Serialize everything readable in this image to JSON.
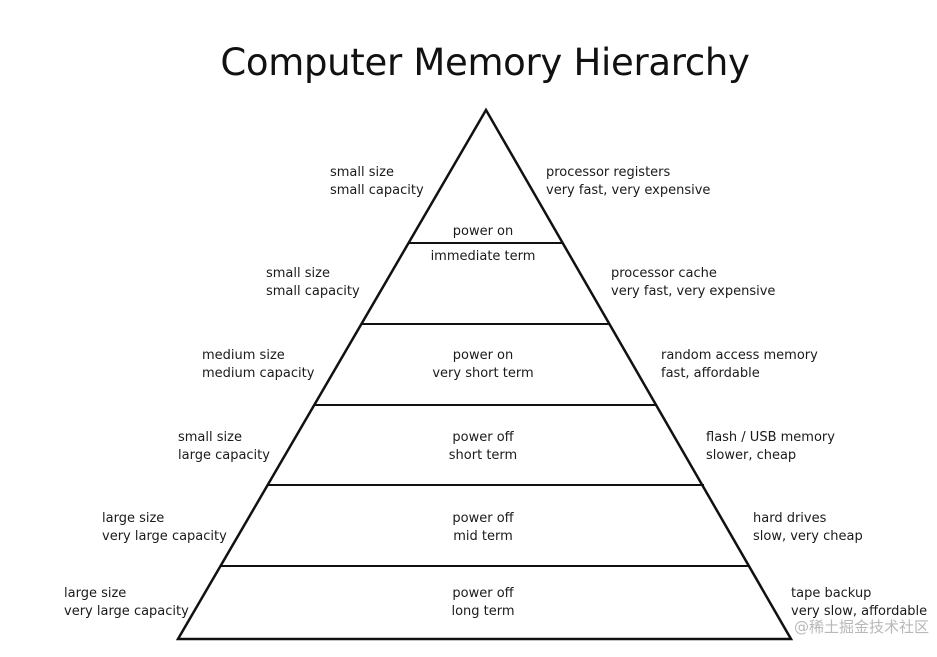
{
  "title": "Computer Memory Hierarchy",
  "tiers": [
    {
      "left": [
        "small size",
        "small capacity"
      ],
      "right": [
        "processor registers",
        "very fast, very expensive"
      ],
      "center": [
        "power on"
      ]
    },
    {
      "left": [
        "small size",
        "small capacity"
      ],
      "right": [
        "processor cache",
        "very fast, very expensive"
      ],
      "center": [
        "immediate term"
      ]
    },
    {
      "left": [
        "medium size",
        "medium capacity"
      ],
      "right": [
        "random access memory",
        "fast, affordable"
      ],
      "center": [
        "power on",
        "very short term"
      ]
    },
    {
      "left": [
        "small size",
        "large capacity"
      ],
      "right": [
        "flash / USB memory",
        "slower, cheap"
      ],
      "center": [
        "power off",
        "short term"
      ]
    },
    {
      "left": [
        "large size",
        "very large capacity"
      ],
      "right": [
        "hard drives",
        "slow, very cheap"
      ],
      "center": [
        "power off",
        "mid term"
      ]
    },
    {
      "left": [
        "large size",
        "very large capacity"
      ],
      "right": [
        "tape backup",
        "very slow, affordable"
      ],
      "center": [
        "power off",
        "long term"
      ]
    }
  ],
  "watermark": "@稀土掘金技术社区"
}
